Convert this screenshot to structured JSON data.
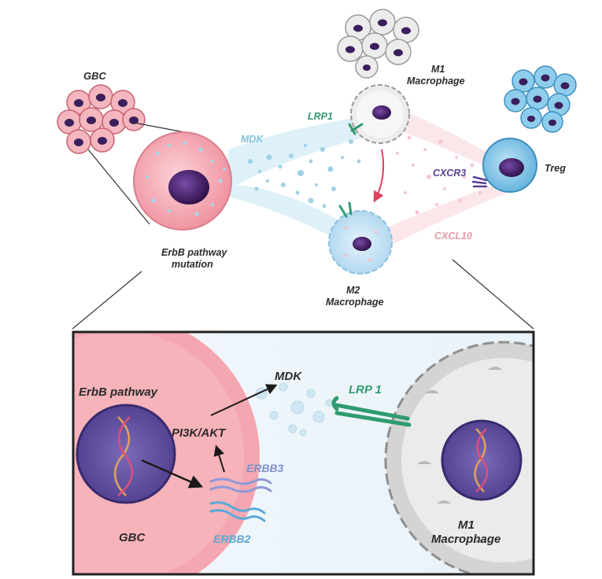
{
  "labels": {
    "gbc_top": "GBC",
    "erbb_mutation_line1": "ErbB pathway",
    "erbb_mutation_line2": "mutation",
    "mdk_top": "MDK",
    "lrp1_top": "LRP1",
    "m1_top_line1": "M1",
    "m1_top_line2": "Macrophage",
    "treg": "Treg",
    "cxcr3": "CXCR3",
    "cxcl10": "CXCL10",
    "m2_line1": "M2",
    "m2_line2": "Macrophage"
  },
  "inset": {
    "erbb_pathway": "ErbB pathway",
    "pi3k_akt": "PI3K/AKT",
    "mdk": "MDK",
    "lrp1": "LRP 1",
    "erbb3": "ERBB3",
    "erbb2": "ERBB2",
    "gbc": "GBC",
    "m1_line1": "M1",
    "m1_line2": "Macrophage"
  },
  "colors": {
    "gbc_cell": "#f4a7b0",
    "gbc_nucleus": "#3a1f5c",
    "m1_cell": "#e6e6e6",
    "m2_cell": "#bcdcf0",
    "treg_cell": "#7fc3e6",
    "mdk_particles": "#9fd2e6",
    "cxcl10_particles": "#f6c6cf",
    "receptor_green": "#2f9c6e",
    "receptor_purple": "#5b3f94",
    "m1_to_m2_arrow": "#e0405a"
  }
}
